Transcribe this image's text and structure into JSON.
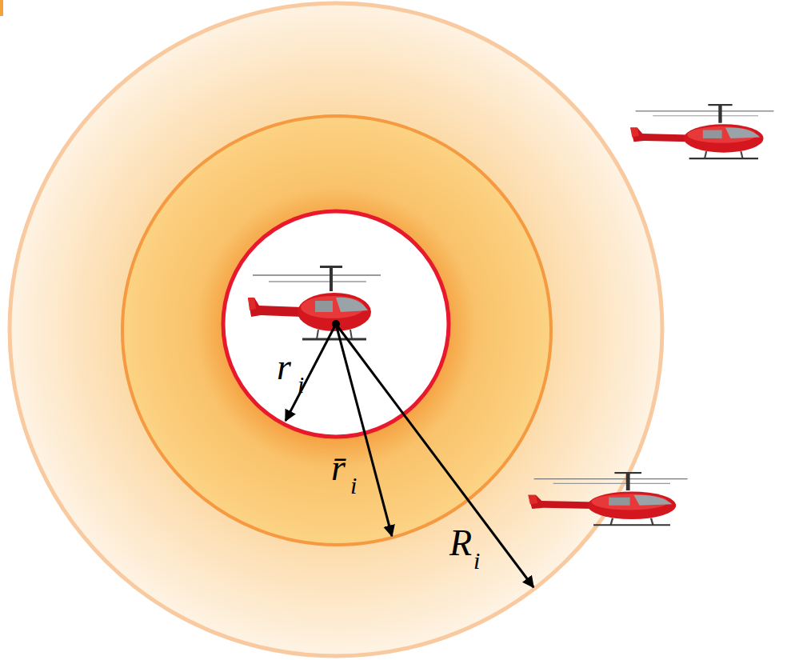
{
  "diagram": {
    "labels": [
      "r",
      "i",
      "r̄",
      "i",
      "R",
      "i"
    ]
  }
}
